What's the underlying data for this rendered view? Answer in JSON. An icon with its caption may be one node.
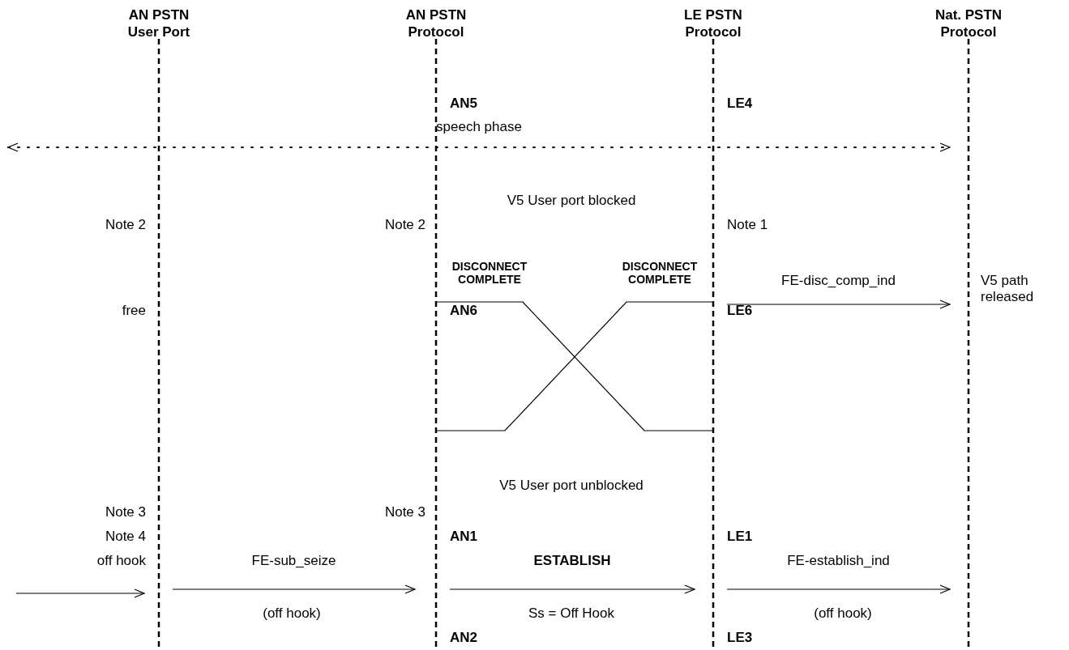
{
  "diagram": {
    "nodes": [
      {
        "text": [
          "AN PSTN User Port"
        ]
      },
      {
        "text": [
          "AN PSTN Protocol"
        ]
      },
      {
        "text": [
          "LE PSTN Protocol"
        ]
      },
      {
        "text": [
          "Nat. PSTN Protocol"
        ]
      }
    ],
    "edges": [
      {
        "from": null,
        "to": 3,
        "arrow": "both",
        "label": "speech phase",
        "style": "dashed"
      },
      {
        "from": 1,
        "to": 2,
        "arrow": "none",
        "label": "DISCONNECT COMPLETE"
      },
      {
        "from": 2,
        "to": 1,
        "arrow": "none",
        "label": "DISCONNECT COMPLETE"
      },
      {
        "from": 2,
        "to": 3,
        "arrow": "to",
        "label": "FE-disc_comp_ind"
      },
      {
        "from": null,
        "to": 0,
        "arrow": "to"
      },
      {
        "from": 0,
        "to": 1,
        "arrow": "to",
        "label": "FE-sub_seize"
      },
      {
        "from": 1,
        "to": 2,
        "arrow": "to",
        "label": "ESTABLISH"
      },
      {
        "from": 2,
        "to": 3,
        "arrow": "to",
        "label": "FE-establish_ind"
      }
    ],
    "labels": [
      "AN5",
      "LE4",
      "V5 User port blocked",
      "Note 2",
      "Note 2",
      "Note 1",
      "V5 path released",
      "free",
      "AN6",
      "LE6",
      "V5 User port unblocked",
      "Note 3",
      "Note 3",
      "Note 4",
      "AN1",
      "LE1",
      "off hook",
      "(off hook)",
      "Ss = Off Hook",
      "(off hook)",
      "AN2",
      "LE3"
    ]
  }
}
